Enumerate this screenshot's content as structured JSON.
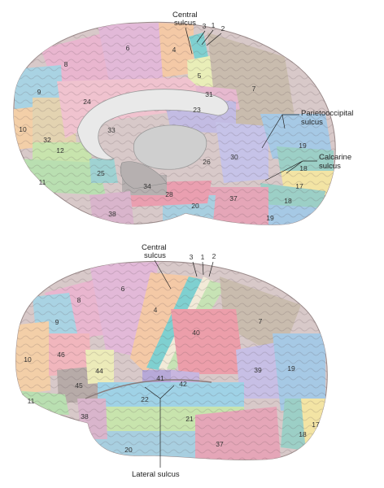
{
  "medial_view": {
    "labels": {
      "central_sulcus": [
        "Central",
        "sulcus"
      ],
      "parietooccipital_sulcus": [
        "Parietooccipital",
        "sulcus"
      ],
      "calcarine_sulcus": [
        "Calcarine",
        "sulcus"
      ]
    },
    "areas": [
      {
        "n": "3",
        "color": "#7fd0d0"
      },
      {
        "n": "1",
        "color": "#f2ead8"
      },
      {
        "n": "2",
        "color": "#c7e3b5"
      },
      {
        "n": "4",
        "color": "#f4c9a6"
      },
      {
        "n": "5",
        "color": "#e9eeb8"
      },
      {
        "n": "6",
        "color": "#e2b9d8"
      },
      {
        "n": "7",
        "color": "#c9bcae"
      },
      {
        "n": "8",
        "color": "#e9b6cf"
      },
      {
        "n": "9",
        "color": "#a9d3e3"
      },
      {
        "n": "10",
        "color": "#f3cfa8"
      },
      {
        "n": "11",
        "color": "#b9dfb1"
      },
      {
        "n": "12",
        "color": "#c8e4ad"
      },
      {
        "n": "17",
        "color": "#f3e4a4"
      },
      {
        "n": "18",
        "color": "#9ccfc6"
      },
      {
        "n": "18",
        "color": "#9ccfc6"
      },
      {
        "n": "19",
        "color": "#a6c9e5"
      },
      {
        "n": "19",
        "color": "#a6c9e5"
      },
      {
        "n": "20",
        "color": "#a8cfe0"
      },
      {
        "n": "23",
        "color": "#c3bce3"
      },
      {
        "n": "24",
        "color": "#f0c3cf"
      },
      {
        "n": "25",
        "color": "#9fd2d2"
      },
      {
        "n": "26",
        "color": "#eec8a9"
      },
      {
        "n": "28",
        "color": "#ea9fb0"
      },
      {
        "n": "30",
        "color": "#c6c3e8"
      },
      {
        "n": "31",
        "color": "#e6b9cf"
      },
      {
        "n": "32",
        "color": "#e3d3b1"
      },
      {
        "n": "33",
        "color": "#e9e9e9"
      },
      {
        "n": "34",
        "color": "#b6b0b0"
      },
      {
        "n": "37",
        "color": "#e5a6b8"
      },
      {
        "n": "38",
        "color": "#d9b5cc"
      }
    ]
  },
  "lateral_view": {
    "labels": {
      "central_sulcus": [
        "Central",
        "sulcus"
      ],
      "lateral_sulcus": "Lateral sulcus"
    },
    "areas": [
      {
        "n": "3",
        "color": "#7fd0d0"
      },
      {
        "n": "1",
        "color": "#f2ead8"
      },
      {
        "n": "2",
        "color": "#c7e3b5"
      },
      {
        "n": "4",
        "color": "#f4c9a6"
      },
      {
        "n": "6",
        "color": "#e2b9d8"
      },
      {
        "n": "7",
        "color": "#c9bcae"
      },
      {
        "n": "8",
        "color": "#e9b6cf"
      },
      {
        "n": "9",
        "color": "#a9d3e3"
      },
      {
        "n": "10",
        "color": "#f3cfa8"
      },
      {
        "n": "11",
        "color": "#b9dfb1"
      },
      {
        "n": "17",
        "color": "#f3e4a4"
      },
      {
        "n": "18",
        "color": "#9ccfc6"
      },
      {
        "n": "19",
        "color": "#a6c9e5"
      },
      {
        "n": "20",
        "color": "#a8cfe0"
      },
      {
        "n": "21",
        "color": "#c8e4ad"
      },
      {
        "n": "22",
        "color": "#9fd2e6"
      },
      {
        "n": "37",
        "color": "#e5a6b8"
      },
      {
        "n": "38",
        "color": "#d9b5cc"
      },
      {
        "n": "39",
        "color": "#c7bfe5"
      },
      {
        "n": "40",
        "color": "#ec9eaa"
      },
      {
        "n": "41",
        "color": "#b7a9d8"
      },
      {
        "n": "42",
        "color": "#c8b6df"
      },
      {
        "n": "44",
        "color": "#ecebb9"
      },
      {
        "n": "45",
        "color": "#b7aba8"
      },
      {
        "n": "46",
        "color": "#f1b6bd"
      }
    ]
  }
}
